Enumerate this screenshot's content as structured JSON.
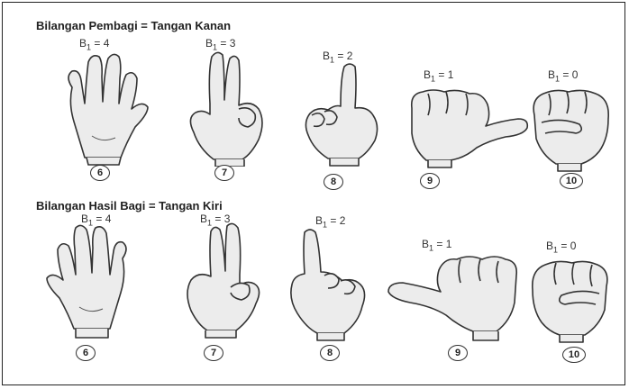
{
  "section_right": {
    "title": "Bilangan Pembagi = Tangan Kanan",
    "hands": [
      {
        "b1": "B1 = 4",
        "number": "6"
      },
      {
        "b1": "B1 = 3",
        "number": "7"
      },
      {
        "b1": "B1 = 2",
        "number": "8"
      },
      {
        "b1": "B1 = 1",
        "number": "9"
      },
      {
        "b1": "B1 = 0",
        "number": "10"
      }
    ]
  },
  "section_left": {
    "title": "Bilangan Hasil Bagi = Tangan Kiri",
    "hands": [
      {
        "b1": "B1 = 4",
        "number": "6"
      },
      {
        "b1": "B1 = 3",
        "number": "7"
      },
      {
        "b1": "B1 = 2",
        "number": "8"
      },
      {
        "b1": "B1 = 1",
        "number": "9"
      },
      {
        "b1": "B1 = 0",
        "number": "10"
      }
    ]
  }
}
